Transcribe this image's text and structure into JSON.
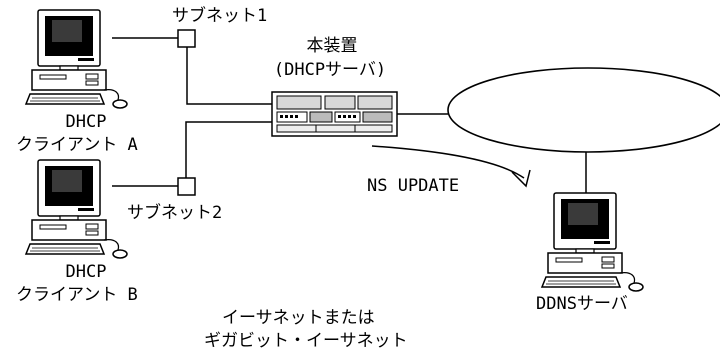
{
  "labels": {
    "subnet1": "サブネット1",
    "subnet2": "サブネット2",
    "device_name": "本装置",
    "device_role": "(DHCPサーバ)",
    "client_a_line1": "DHCP",
    "client_a_line2": "クライアント A",
    "client_b_line1": "DHCP",
    "client_b_line2": "クライアント B",
    "ns_update": "NS UPDATE",
    "ddns_server": "DDNSサーバ",
    "network_line1": "イーサネットまたは",
    "network_line2": "ギガビット・イーサネット"
  }
}
